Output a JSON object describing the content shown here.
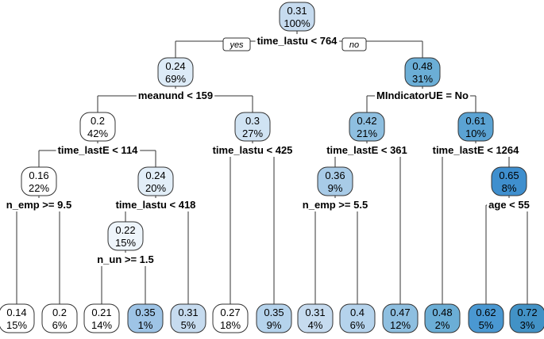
{
  "yes_label": "yes",
  "no_label": "no",
  "nodes": [
    {
      "id": "root",
      "value": "0.31",
      "percent": "100%",
      "color": "#c6dbef",
      "split": "time_lastu < 764"
    },
    {
      "id": "n2",
      "value": "0.24",
      "percent": "69%",
      "color": "#ddebf7",
      "split": "meanund < 159"
    },
    {
      "id": "n3",
      "value": "0.48",
      "percent": "31%",
      "color": "#6baed6",
      "split": "MIndicatorUE = No"
    },
    {
      "id": "n4",
      "value": "0.2",
      "percent": "42%",
      "color": "#ffffff",
      "split": "time_lastE < 114"
    },
    {
      "id": "n5",
      "value": "0.3",
      "percent": "27%",
      "color": "#d0e3f3",
      "split": "time_lastu < 425"
    },
    {
      "id": "n6",
      "value": "0.42",
      "percent": "21%",
      "color": "#8ebfe0",
      "split": "time_lastE < 361"
    },
    {
      "id": "n7",
      "value": "0.61",
      "percent": "10%",
      "color": "#5ba3d3",
      "split": "time_lastE < 1264"
    },
    {
      "id": "n8",
      "value": "0.16",
      "percent": "22%",
      "color": "#ffffff",
      "split": "n_emp >= 9.5"
    },
    {
      "id": "n9",
      "value": "0.24",
      "percent": "20%",
      "color": "#e2eef8",
      "split": "time_lastu < 418"
    },
    {
      "id": "n12",
      "value": "0.36",
      "percent": "9%",
      "color": "#a8cbe7",
      "split": "n_emp >= 5.5"
    },
    {
      "id": "n15",
      "value": "0.65",
      "percent": "8%",
      "color": "#3f8fce",
      "split": "age < 55"
    },
    {
      "id": "n18",
      "value": "0.22",
      "percent": "15%",
      "color": "#eef5fb",
      "split": "n_un >= 1.5"
    },
    {
      "id": "l1",
      "value": "0.14",
      "percent": "15%",
      "color": "#ffffff",
      "split": ""
    },
    {
      "id": "l2",
      "value": "0.2",
      "percent": "6%",
      "color": "#ffffff",
      "split": ""
    },
    {
      "id": "l3",
      "value": "0.21",
      "percent": "14%",
      "color": "#ffffff",
      "split": ""
    },
    {
      "id": "l4",
      "value": "0.35",
      "percent": "1%",
      "color": "#9ec4e6",
      "split": ""
    },
    {
      "id": "l5",
      "value": "0.31",
      "percent": "5%",
      "color": "#c6dbef",
      "split": ""
    },
    {
      "id": "l6",
      "value": "0.27",
      "percent": "18%",
      "color": "#ffffff",
      "split": ""
    },
    {
      "id": "l7",
      "value": "0.35",
      "percent": "9%",
      "color": "#b5d3ec",
      "split": ""
    },
    {
      "id": "l8",
      "value": "0.31",
      "percent": "4%",
      "color": "#c6dbef",
      "split": ""
    },
    {
      "id": "l9",
      "value": "0.4",
      "percent": "6%",
      "color": "#b5d3ec",
      "split": ""
    },
    {
      "id": "l10",
      "value": "0.47",
      "percent": "12%",
      "color": "#8ebfe0",
      "split": ""
    },
    {
      "id": "l11",
      "value": "0.48",
      "percent": "2%",
      "color": "#6baed6",
      "split": ""
    },
    {
      "id": "l12",
      "value": "0.62",
      "percent": "5%",
      "color": "#4a98d2",
      "split": ""
    },
    {
      "id": "l13",
      "value": "0.72",
      "percent": "3%",
      "color": "#4292c6",
      "split": ""
    }
  ]
}
